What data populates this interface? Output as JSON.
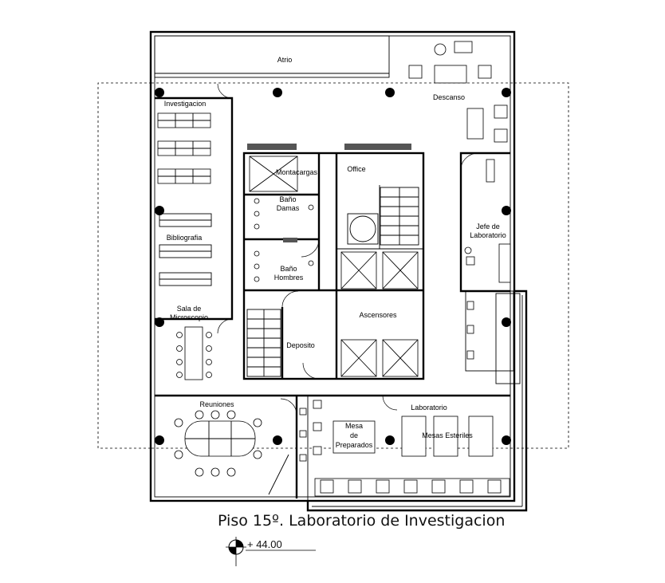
{
  "drawing": {
    "title": "Piso 15º. Laboratorio de Investigacion",
    "elevation": "+ 44.00"
  },
  "rooms": {
    "atrio": "Atrio",
    "investigacion": "Investigacion",
    "descanso": "Descanso",
    "montacargas": "Montacargas",
    "office": "Office",
    "bano_damas_1": "Baño",
    "bano_damas_2": "Damas",
    "bano_hombres_1": "Baño",
    "bano_hombres_2": "Hombres",
    "bibliografia": "Bibliografia",
    "jefe_1": "Jefe de",
    "jefe_2": "Laboratorio",
    "sala_1": "Sala de",
    "sala_2": "Microscopio",
    "ascensores": "Ascensores",
    "deposito": "Deposito",
    "reuniones": "Reuniones",
    "laboratorio": "Laboratorio",
    "mesa_1": "Mesa",
    "mesa_2": "de",
    "mesa_3": "Preparados",
    "mesas_esteriles": "Mesas Esteriles"
  }
}
